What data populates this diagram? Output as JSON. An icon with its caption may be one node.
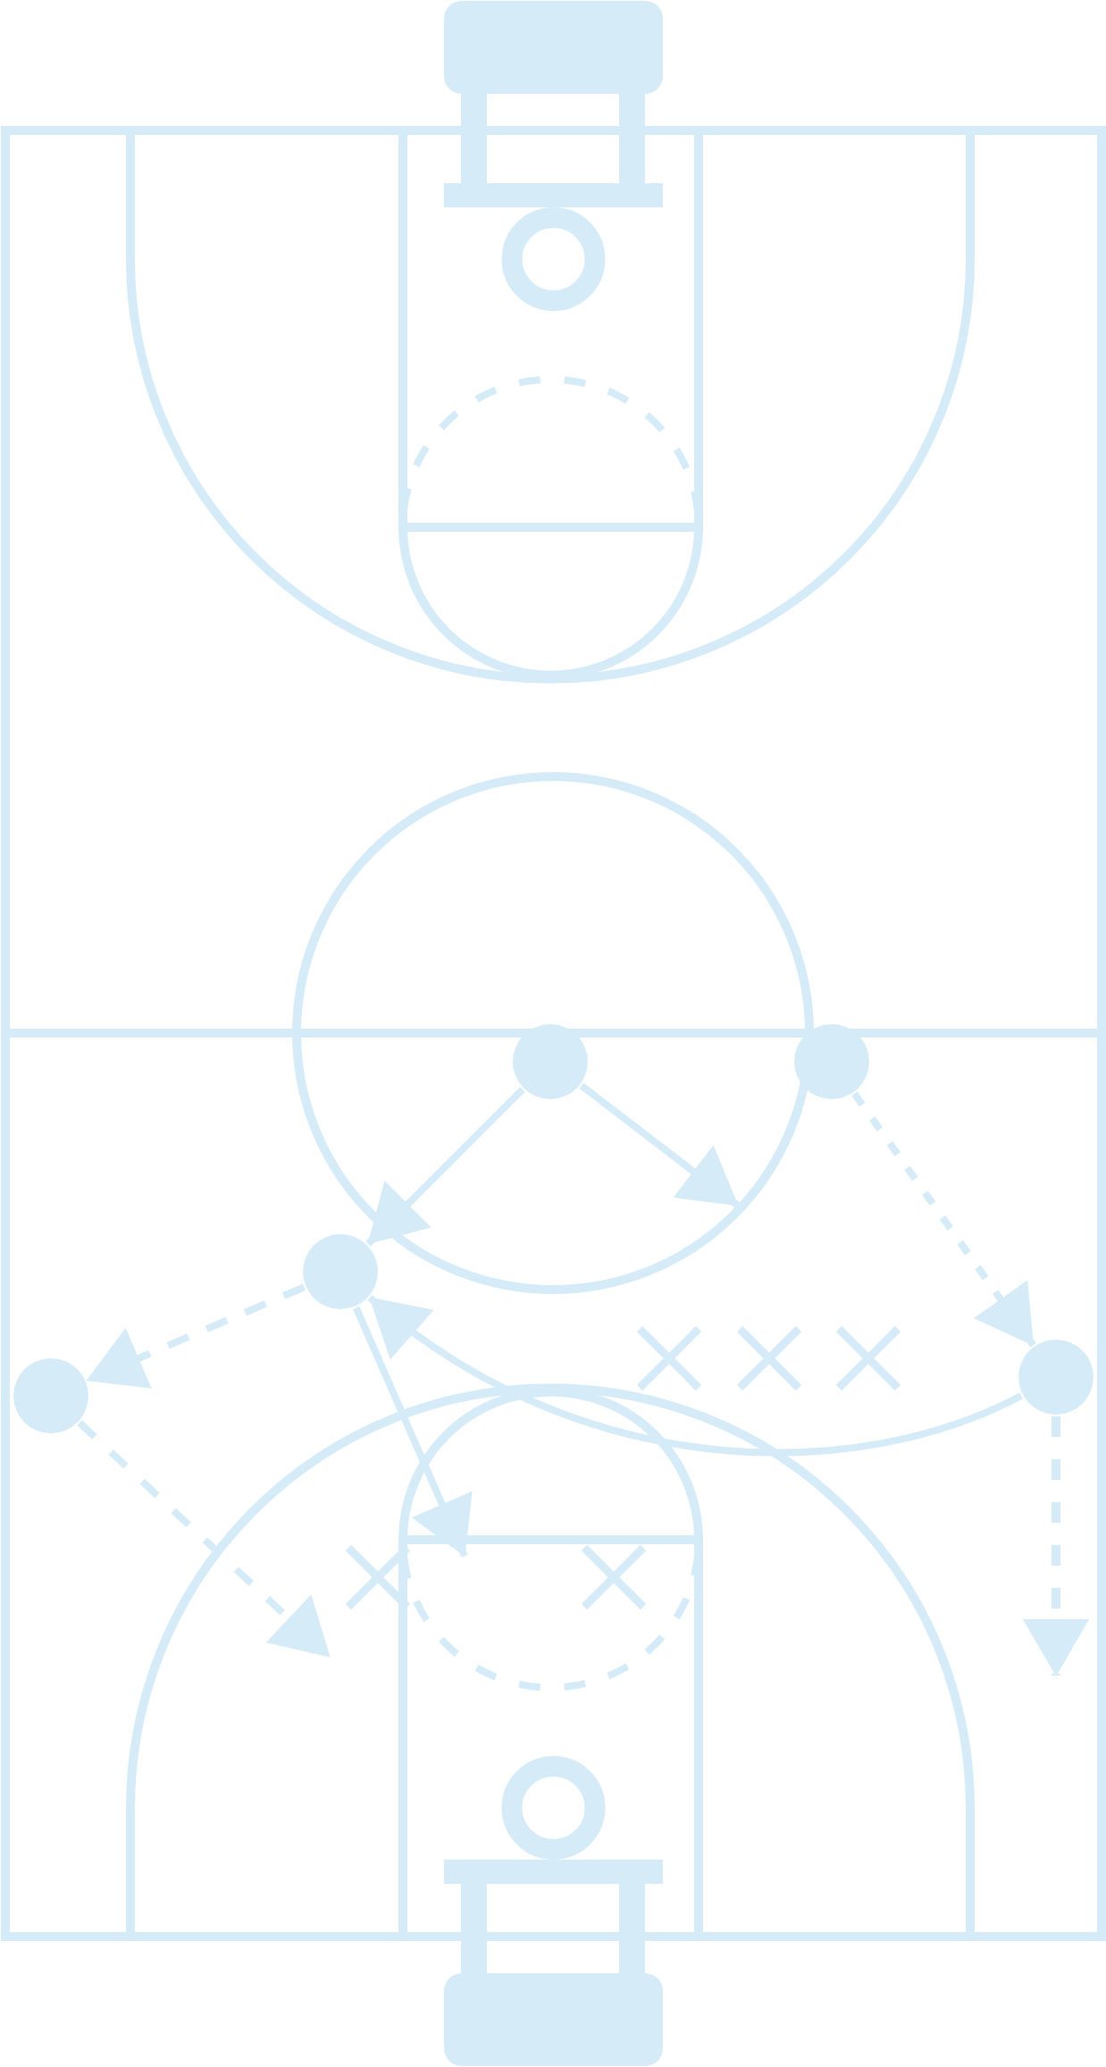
{
  "diagram": {
    "nodes": [
      {
        "text": [],
        "shape": "circle"
      },
      {
        "text": [],
        "shape": "circle"
      },
      {
        "text": [],
        "shape": "circle"
      },
      {
        "text": [],
        "shape": "circle"
      },
      {
        "text": [],
        "shape": "circle"
      }
    ],
    "edges": [
      {
        "from": 0,
        "to": 2,
        "arrow": "to"
      },
      {
        "from": 0,
        "to": null,
        "arrow": "to"
      },
      {
        "from": 1,
        "to": 4,
        "arrow": "to",
        "style": "dashed"
      },
      {
        "from": 2,
        "to": 3,
        "arrow": "to",
        "style": "dashed"
      },
      {
        "from": 2,
        "to": null,
        "arrow": "to"
      },
      {
        "from": 3,
        "to": null,
        "arrow": "to",
        "style": "dashed"
      },
      {
        "from": 4,
        "to": 2,
        "arrow": "to"
      },
      {
        "from": 4,
        "to": null,
        "arrow": "to",
        "style": "dashed"
      }
    ]
  }
}
